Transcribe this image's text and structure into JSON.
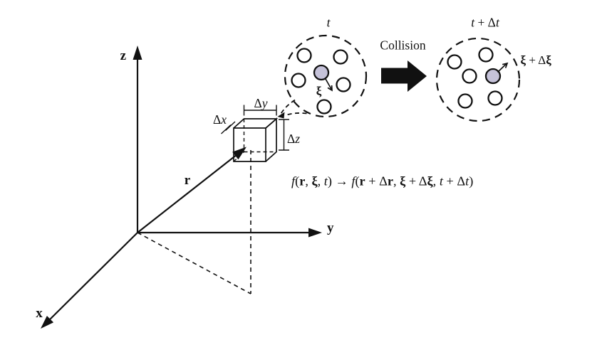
{
  "colors": {
    "ink": "#111111",
    "background": "#ffffff",
    "particle_fill": "#ffffff",
    "tagged_particle_fill": "#c5c2d9"
  },
  "axes": {
    "z_label": "z",
    "y_label": "y",
    "x_label": "x",
    "position_vector_label": "r"
  },
  "volume_element": {
    "dx_tokens": [
      {
        "t": "Δ",
        "s": "n"
      },
      {
        "t": "x",
        "s": "i"
      }
    ],
    "dy_tokens": [
      {
        "t": "Δ",
        "s": "n"
      },
      {
        "t": "y",
        "s": "i"
      }
    ],
    "dz_tokens": [
      {
        "t": "Δ",
        "s": "n"
      },
      {
        "t": "z",
        "s": "i"
      }
    ]
  },
  "collision": {
    "label": "Collision"
  },
  "bubble_before": {
    "time_tokens": [
      {
        "t": "t",
        "s": "i"
      }
    ],
    "velocity_tokens": [
      {
        "t": "ξ",
        "s": "b"
      }
    ],
    "particles_total": 6,
    "white_particles": 5,
    "tagged_particles": 1
  },
  "bubble_after": {
    "time_tokens": [
      {
        "t": "t",
        "s": "i"
      },
      {
        "t": " + Δ",
        "s": "n"
      },
      {
        "t": "t",
        "s": "i"
      }
    ],
    "velocity_tokens": [
      {
        "t": "ξ",
        "s": "b"
      },
      {
        "t": " + Δ",
        "s": "n"
      },
      {
        "t": "ξ",
        "s": "b"
      }
    ],
    "particles_total": 6,
    "white_particles": 5,
    "tagged_particles": 1
  },
  "formula": {
    "tokens": [
      {
        "t": "f",
        "s": "i"
      },
      {
        "t": "(",
        "s": "n"
      },
      {
        "t": "r",
        "s": "b"
      },
      {
        "t": ", ",
        "s": "n"
      },
      {
        "t": "ξ",
        "s": "b"
      },
      {
        "t": ", ",
        "s": "n"
      },
      {
        "t": "t",
        "s": "i"
      },
      {
        "t": ") → ",
        "s": "n"
      },
      {
        "t": "f",
        "s": "i"
      },
      {
        "t": "(",
        "s": "n"
      },
      {
        "t": "r",
        "s": "b"
      },
      {
        "t": " + Δ",
        "s": "n"
      },
      {
        "t": "r",
        "s": "b"
      },
      {
        "t": ", ",
        "s": "n"
      },
      {
        "t": "ξ",
        "s": "b"
      },
      {
        "t": " + Δ",
        "s": "n"
      },
      {
        "t": "ξ",
        "s": "b"
      },
      {
        "t": ", ",
        "s": "n"
      },
      {
        "t": "t",
        "s": "i"
      },
      {
        "t": " + Δ",
        "s": "n"
      },
      {
        "t": "t",
        "s": "i"
      },
      {
        "t": ")",
        "s": "n"
      }
    ]
  }
}
